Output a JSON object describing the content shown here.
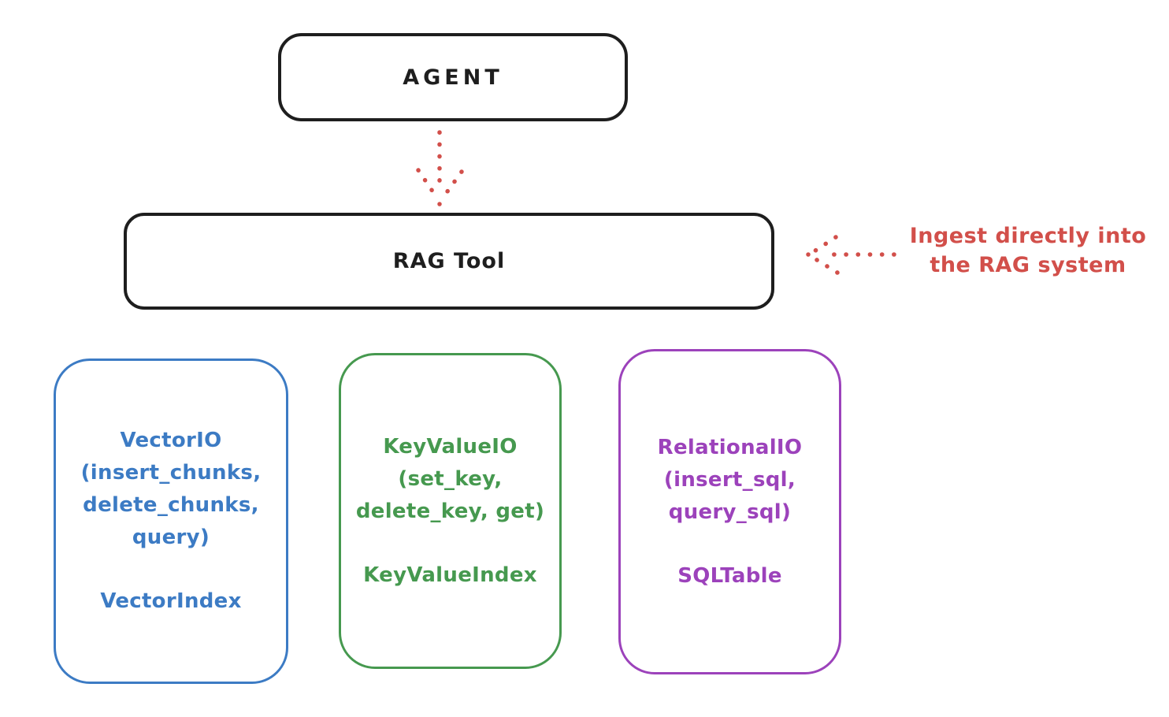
{
  "diagram": {
    "background": "#ffffff",
    "ink_color": "#1e1e1e",
    "accent_red": "#d24f4a",
    "agent": {
      "label": "AGENT"
    },
    "rag_tool": {
      "label": "RAG Tool"
    },
    "agent_to_rag_arrow": {
      "style": "dotted",
      "direction": "down",
      "color": "#d24f4a"
    },
    "ingest_arrow": {
      "style": "dotted",
      "direction": "left",
      "color": "#d24f4a"
    },
    "annotation": {
      "text": "Ingest directly into\nthe RAG system",
      "color": "#d24f4a"
    },
    "modules": [
      {
        "title": "VectorIO",
        "params": "(insert_chunks,\ndelete_chunks,\nquery)",
        "index": "VectorIndex",
        "color": "#3c7bc4"
      },
      {
        "title": "KeyValueIO",
        "params": "(set_key,\ndelete_key, get)",
        "index": "KeyValueIndex",
        "color": "#46994f"
      },
      {
        "title": "RelationalIO",
        "params": "(insert_sql,\nquery_sql)",
        "index": "SQLTable",
        "color": "#9c42bb"
      }
    ]
  }
}
